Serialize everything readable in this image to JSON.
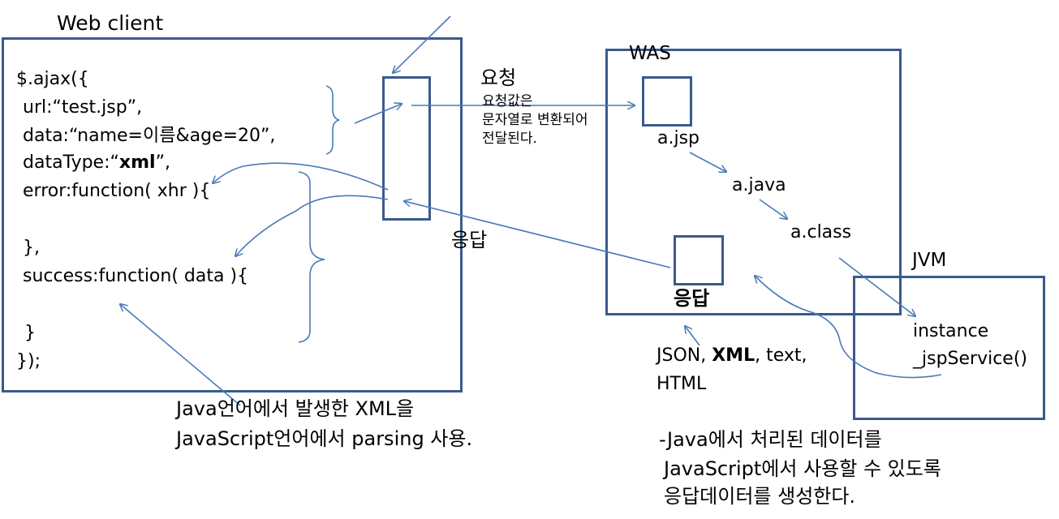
{
  "web_client": {
    "title": "Web client",
    "code": {
      "l1": "$.ajax({",
      "l2": "url:“test.jsp”,",
      "l3": "data:“name=이름&age=20”,",
      "l4_pre": "dataType:“",
      "l4_bold": "xml",
      "l4_post": "”,",
      "l5": "error:function( xhr ){",
      "l6": "},",
      "l7": "success:function( data ){",
      "l8": "}",
      "l9": "});"
    }
  },
  "request": {
    "title": "요청",
    "desc1": "요청값은",
    "desc2": "문자열로 변환되어",
    "desc3": "전달된다."
  },
  "response_label": "응답",
  "was": {
    "title": "WAS",
    "jsp": "a.jsp",
    "java": "a.java",
    "class": "a.class",
    "response": "응답"
  },
  "jvm": {
    "title": "JVM",
    "instance": "instance",
    "service": "_jspService()"
  },
  "formats": {
    "pre": "JSON, ",
    "bold": "XML",
    "post": ", text,",
    "line2": "HTML"
  },
  "note_left": {
    "line1": "Java언어에서 발생한 XML을",
    "line2": "JavaScript언어에서 parsing 사용."
  },
  "note_right": {
    "line1": "-Java에서 처리된 데이터를",
    "line2": "JavaScript에서 사용할 수 있도록",
    "line3": "응답데이터를 생성한다."
  },
  "colors": {
    "line": "#3a5a8c",
    "arrow": "#4a7ab8"
  }
}
